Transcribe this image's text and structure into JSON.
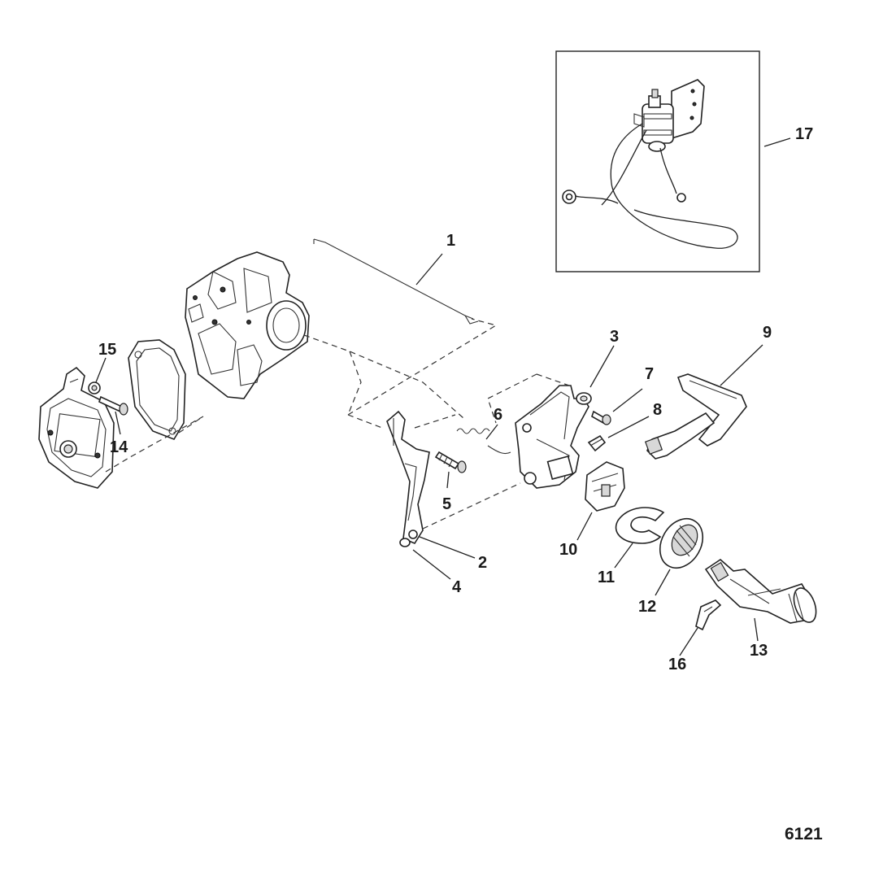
{
  "callouts": {
    "c1": "1",
    "c2": "2",
    "c3": "3",
    "c4": "4",
    "c5": "5",
    "c6": "6",
    "c7": "7",
    "c8": "8",
    "c9": "9",
    "c10": "10",
    "c11": "11",
    "c12": "12",
    "c13": "13",
    "c14": "14",
    "c15": "15",
    "c16": "16",
    "c17": "17"
  },
  "drawing_number": "6121"
}
